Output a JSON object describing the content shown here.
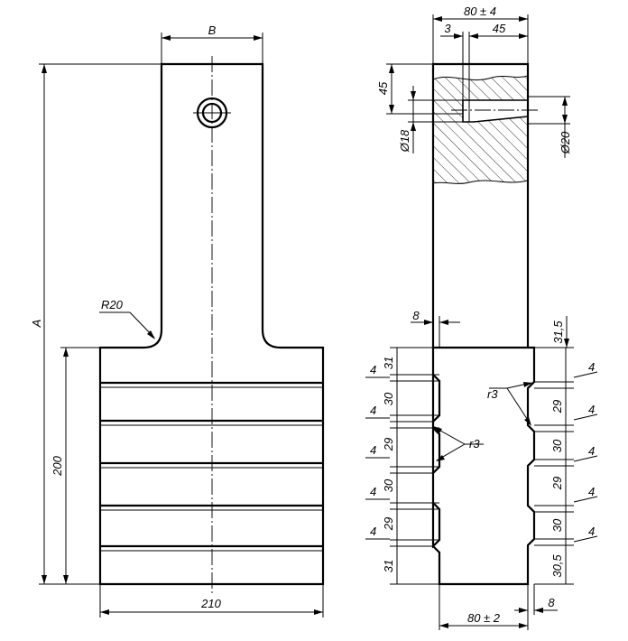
{
  "front_view": {
    "width_dim": "210",
    "height_dim": "200",
    "overall_dim": "A",
    "neck_dim": "B",
    "fillet_dim": "R20"
  },
  "side_view": {
    "top_width": "80 ± 4",
    "slot_width": "3",
    "slot_offset": "45",
    "head_depth": "45",
    "small_dia": "Ø18",
    "large_dia": "Ø20",
    "step_offset": "8",
    "step_height": "31,5",
    "groove_radius": "r3",
    "groove_depth": "4",
    "left_pitches": [
      "31",
      "30",
      "29",
      "30",
      "29",
      "31"
    ],
    "right_pitches": [
      "29",
      "30",
      "29",
      "30",
      "30,5"
    ],
    "bottom_width": "80 ± 2",
    "bottom_offset": "8"
  }
}
